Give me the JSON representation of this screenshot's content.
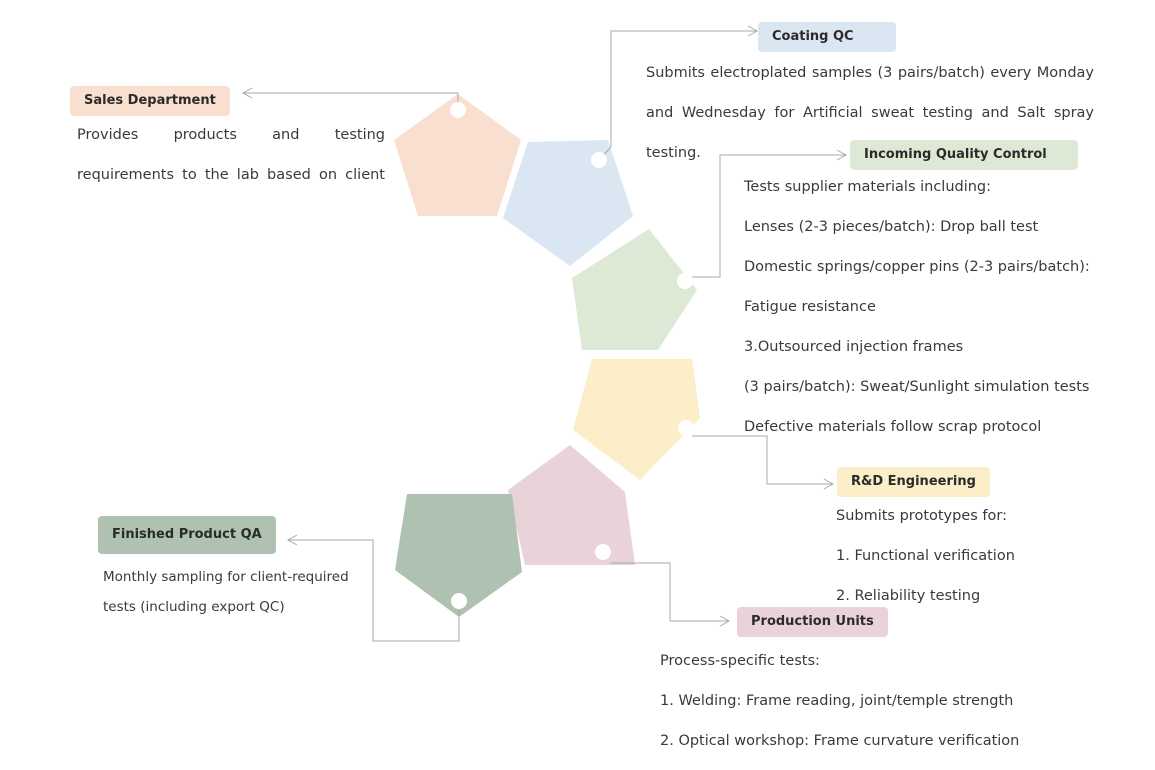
{
  "colors": {
    "sales": "#f9dfcf",
    "coating": "#dbe6f3",
    "iqc": "#dde9d5",
    "rnd": "#fbeec9",
    "production": "#e9d3d9",
    "finished": "#afc2b1",
    "connector": "#a8a8a8"
  },
  "nodes": {
    "sales": {
      "title": "Sales Department",
      "lines": [
        "Provides products and testing",
        "requirements to the lab based on client"
      ]
    },
    "coating": {
      "title": "Coating QC",
      "lines": [
        "Submits electroplated samples (3 pairs/batch) every Monday",
        "and Wednesday for Artificial sweat testing and Salt spray",
        "testing."
      ]
    },
    "iqc": {
      "title": "Incoming Quality Control",
      "lines": [
        "Tests supplier materials including:",
        "Lenses (2-3 pieces/batch): Drop ball test",
        "Domestic springs/copper pins (2-3 pairs/batch):",
        "Fatigue resistance",
        "3.Outsourced injection frames",
        "(3 pairs/batch): Sweat/Sunlight simulation tests",
        "Defective materials follow scrap protocol"
      ]
    },
    "rnd": {
      "title": "R&D Engineering",
      "lines": [
        "Submits prototypes for:",
        "1.  Functional verification",
        "2.  Reliability testing"
      ]
    },
    "production": {
      "title": "Production Units",
      "lines": [
        "Process-specific tests:",
        "1.  Welding: Frame reading, joint/temple strength",
        "2.  Optical workshop: Frame curvature verification"
      ]
    },
    "finished": {
      "title": "Finished Product QA",
      "lines": [
        "Monthly sampling for client-required",
        "tests (including export QC)"
      ]
    }
  }
}
